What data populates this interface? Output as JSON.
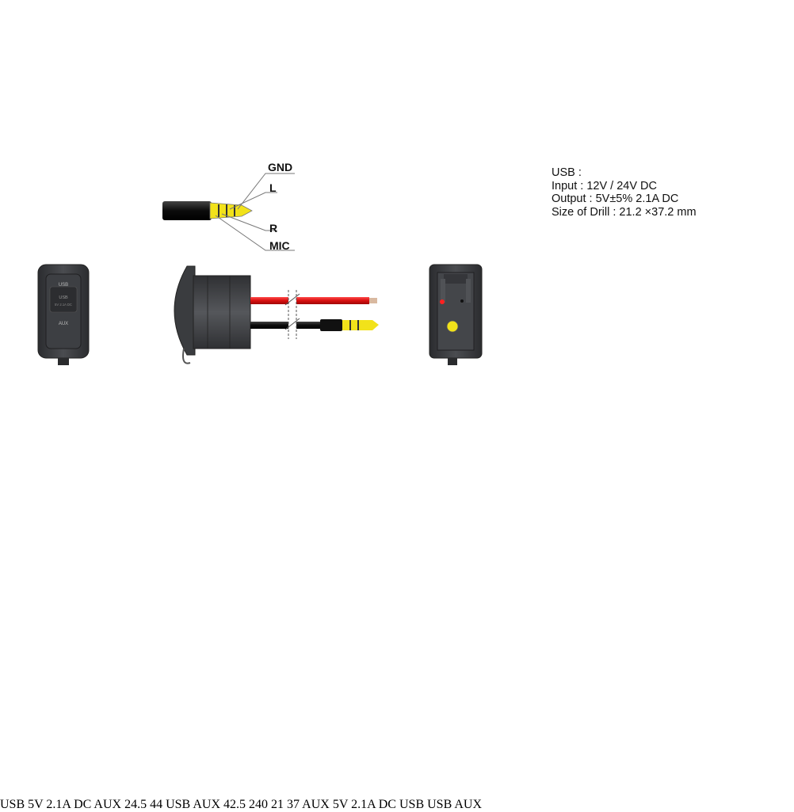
{
  "spec": {
    "title": "USB :",
    "input": "Input :  12V / 24V DC",
    "output": "Output :  5V±5%  2.1A DC",
    "drill": "Size of Drill : 21.2 ×37.2 mm"
  },
  "jack_labels": {
    "gnd": "GND",
    "l": "L",
    "r": "R",
    "mic": "MIC"
  },
  "panel_labels": {
    "usb": "USB",
    "aux": "AUX",
    "small_print": "5V 2.1A DC"
  },
  "dimensions": {
    "width": "24.5",
    "height": "44",
    "depth": "42.5",
    "cable": "240",
    "rear_width": "21",
    "rear_height": "37"
  },
  "colors": {
    "housing": "#3b3d40",
    "housing_dark": "#2a2b2d",
    "red_wire": "#e01818",
    "black_wire": "#111111",
    "plug_yellow": "#f2e21a",
    "led_red": "#ff2020",
    "dim_line": "#888888"
  }
}
